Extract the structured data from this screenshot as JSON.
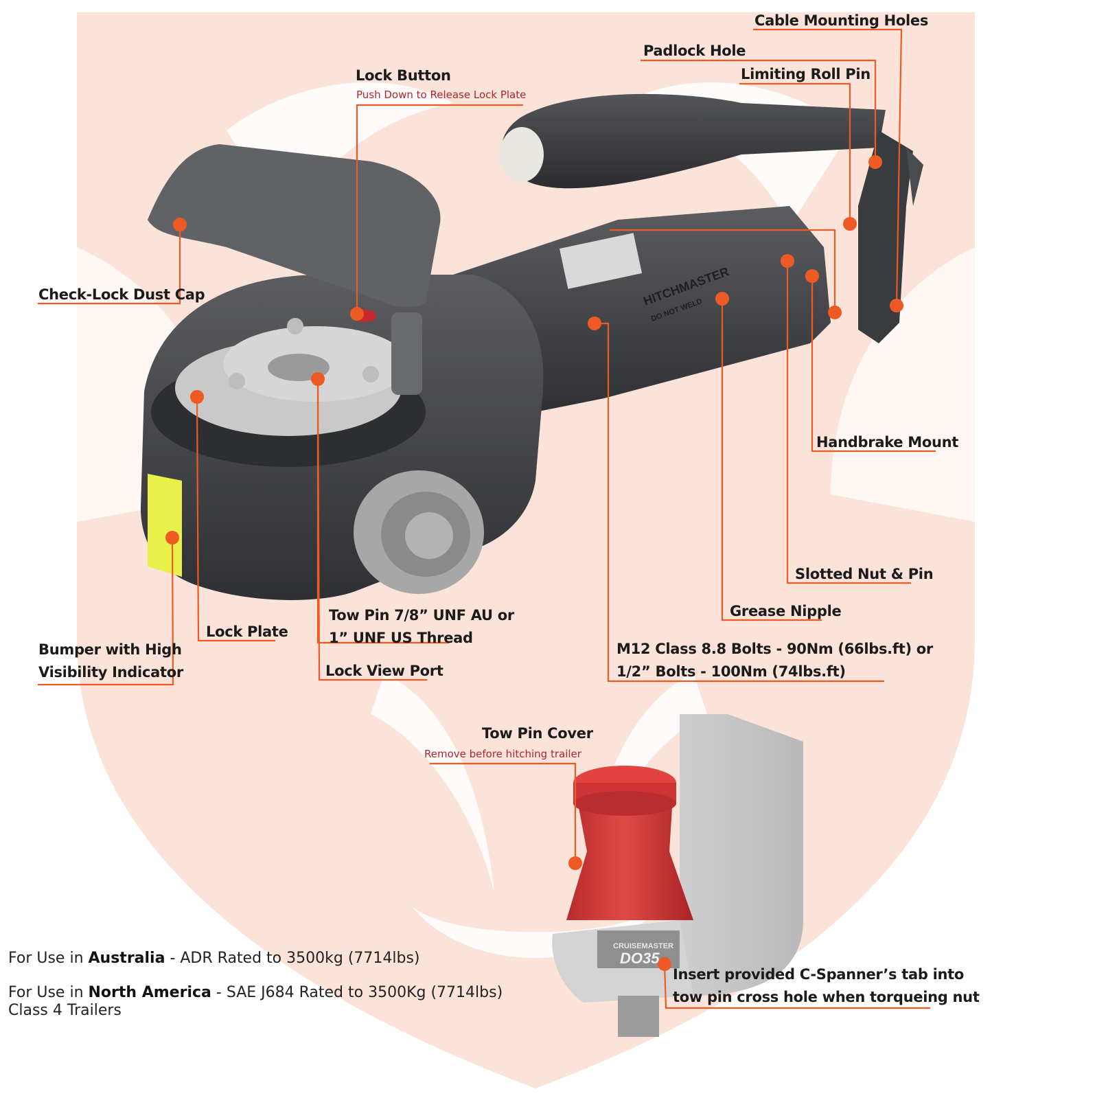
{
  "colors": {
    "accent": "#ee5a24",
    "subtext": "#b0262c",
    "watermark": "#fbe3da",
    "body": "#3d3e41",
    "cover_red": "#d8393a",
    "indicator_yellow": "#e9f04a"
  },
  "labels": {
    "cable_mounting_holes": "Cable Mounting Holes",
    "padlock_hole": "Padlock Hole",
    "limiting_roll_pin": "Limiting Roll Pin",
    "lock_button": "Lock Button",
    "lock_button_sub": "Push Down to Release Lock Plate",
    "check_lock_dust_cap": "Check-Lock Dust Cap",
    "handbrake_mount": "Handbrake Mount",
    "slotted_nut_pin": "Slotted Nut & Pin",
    "grease_nipple": "Grease Nipple",
    "tow_pin_line1": "Tow Pin 7/8” UNF AU or",
    "tow_pin_line2": "1” UNF US Thread",
    "lock_plate": "Lock Plate",
    "bumper_line1": "Bumper with High",
    "bumper_line2": "Visibility Indicator",
    "lock_view_port": "Lock View Port",
    "bolts_line1": "M12 Class 8.8 Bolts - 90Nm (66lbs.ft) or",
    "bolts_line2": "1/2” Bolts - 100Nm (74lbs.ft)",
    "tow_pin_cover": "Tow Pin Cover",
    "tow_pin_cover_sub": "Remove before hitching trailer",
    "spanner_line1": "Insert provided C-Spanner’s tab into",
    "spanner_line2": "tow pin cross hole when torqueing nut"
  },
  "product_marks": {
    "brand": "HITCHMASTER",
    "warning": "DO NOT WELD",
    "cover_brand": "CRUISEMASTER",
    "model": "DO35"
  },
  "specs": {
    "line1_prefix": "For Use in ",
    "line1_region": "Australia",
    "line1_rest": " - ADR Rated to 3500kg (7714lbs)",
    "line2_prefix": "For Use in ",
    "line2_region": "North America",
    "line2_rest": " - SAE J684 Rated to 3500Kg (7714lbs)",
    "line3": "Class 4 Trailers"
  }
}
